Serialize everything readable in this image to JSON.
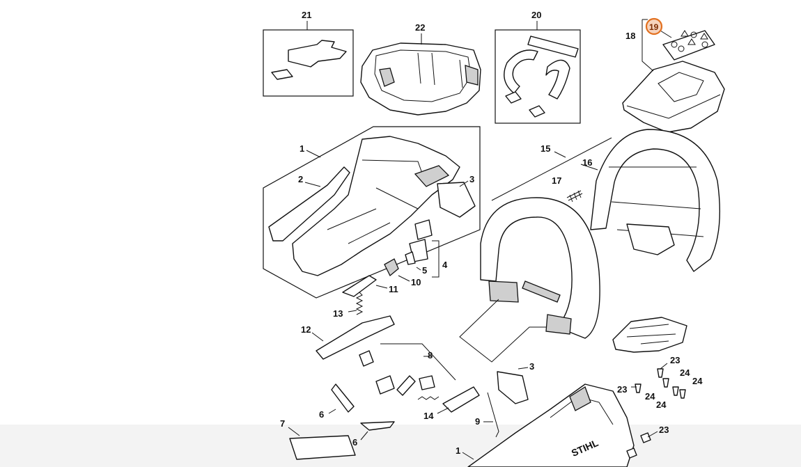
{
  "diagram": {
    "highlighted_callout": "19",
    "highlight_color": "#e2701f",
    "callouts": {
      "c1a": "1",
      "c2": "2",
      "c3a": "3",
      "c4": "4",
      "c5": "5",
      "c6a": "6",
      "c6b": "6",
      "c7": "7",
      "c8": "8",
      "c9": "9",
      "c10": "10",
      "c11": "11",
      "c12": "12",
      "c13": "13",
      "c14": "14",
      "c15": "15",
      "c16": "16",
      "c17": "17",
      "c18": "18",
      "c19": "19",
      "c20": "20",
      "c21": "21",
      "c22": "22",
      "c3b": "3",
      "c1b": "1",
      "c23a": "23",
      "c23b": "23",
      "c23c": "23",
      "c24a": "24",
      "c24b": "24",
      "c24c": "24",
      "c24d": "24"
    },
    "brand_mark": "STIHL"
  }
}
